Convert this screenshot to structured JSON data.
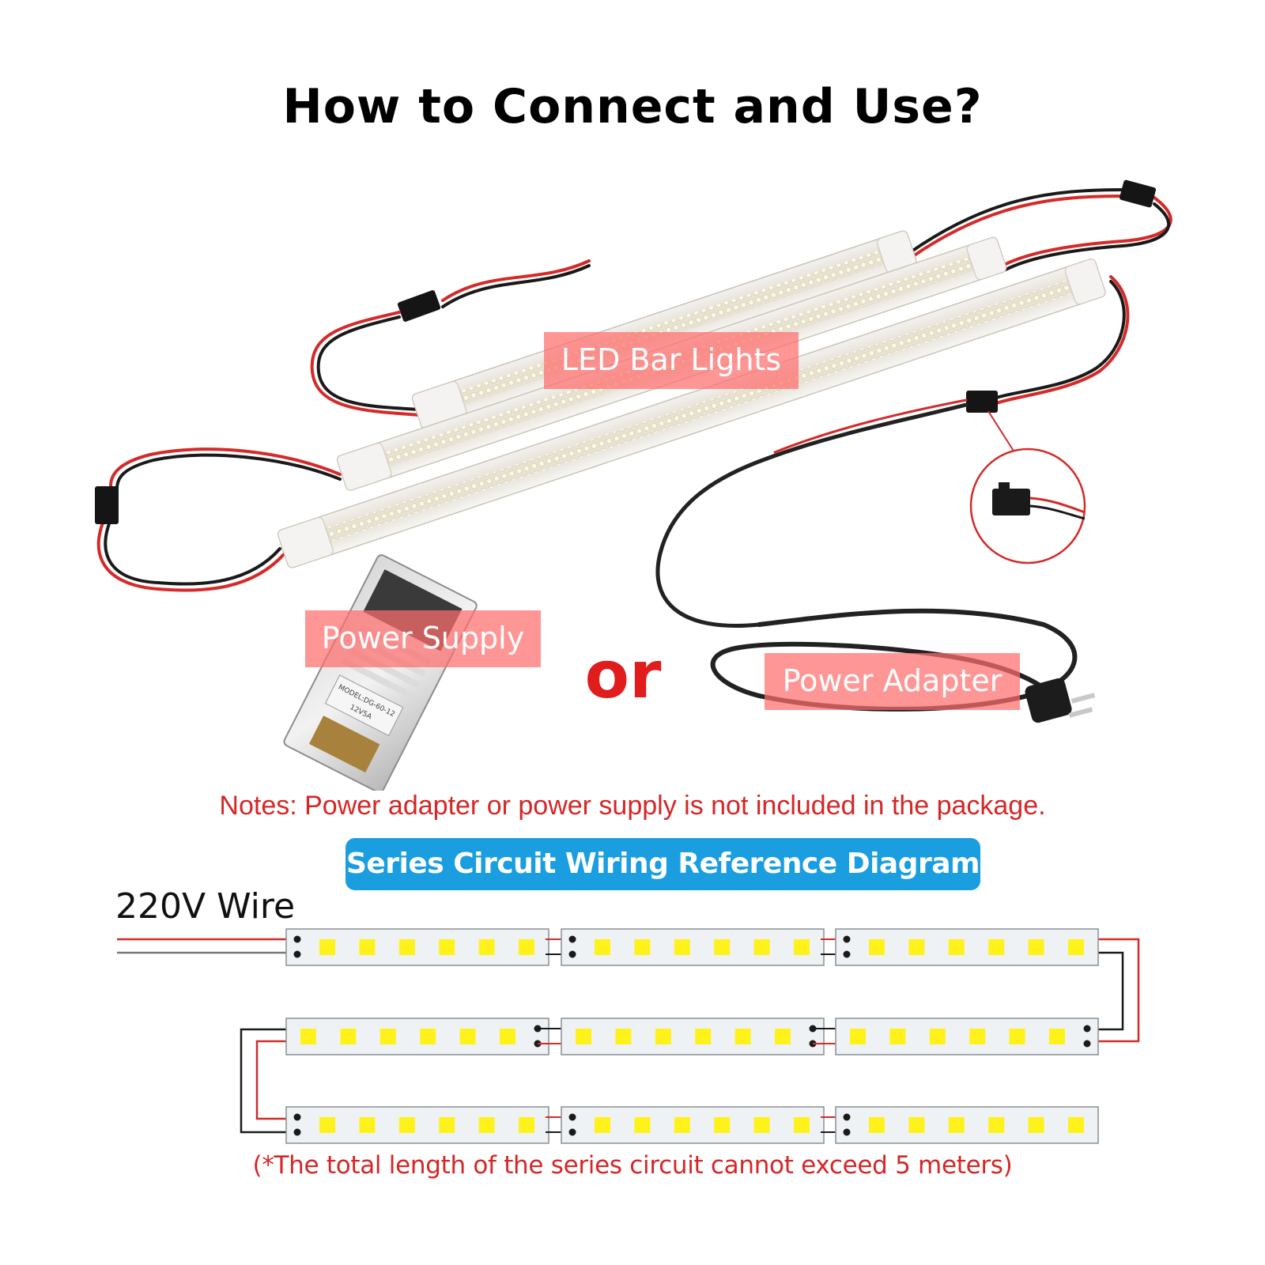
{
  "title": "How to Connect and Use?",
  "labels": {
    "led_bar_lights": "LED Bar Lights",
    "power_supply": "Power Supply",
    "or": "or",
    "power_adapter": "Power Adapter"
  },
  "psu_printed_text": [
    "MODEL:DG-60-12",
    "12V5A"
  ],
  "notes": "Notes: Power adapter or power supply is not included in the package.",
  "diagram": {
    "title": "Series Circuit Wiring Reference Diagram",
    "input_label": "220V Wire",
    "strip_rows": 3,
    "strips_per_row": 3,
    "leds_per_strip": 6,
    "footnote": "(*The total length of the series circuit cannot exceed 5 meters)"
  },
  "colors": {
    "wire_red": "#d42a2a",
    "wire_black": "#1a1a1a",
    "led_yellow": "#fff21a",
    "strip_bg": "#eef2f4",
    "label_pink": "#ff6e6e",
    "banner_blue": "#1a9ee0"
  }
}
